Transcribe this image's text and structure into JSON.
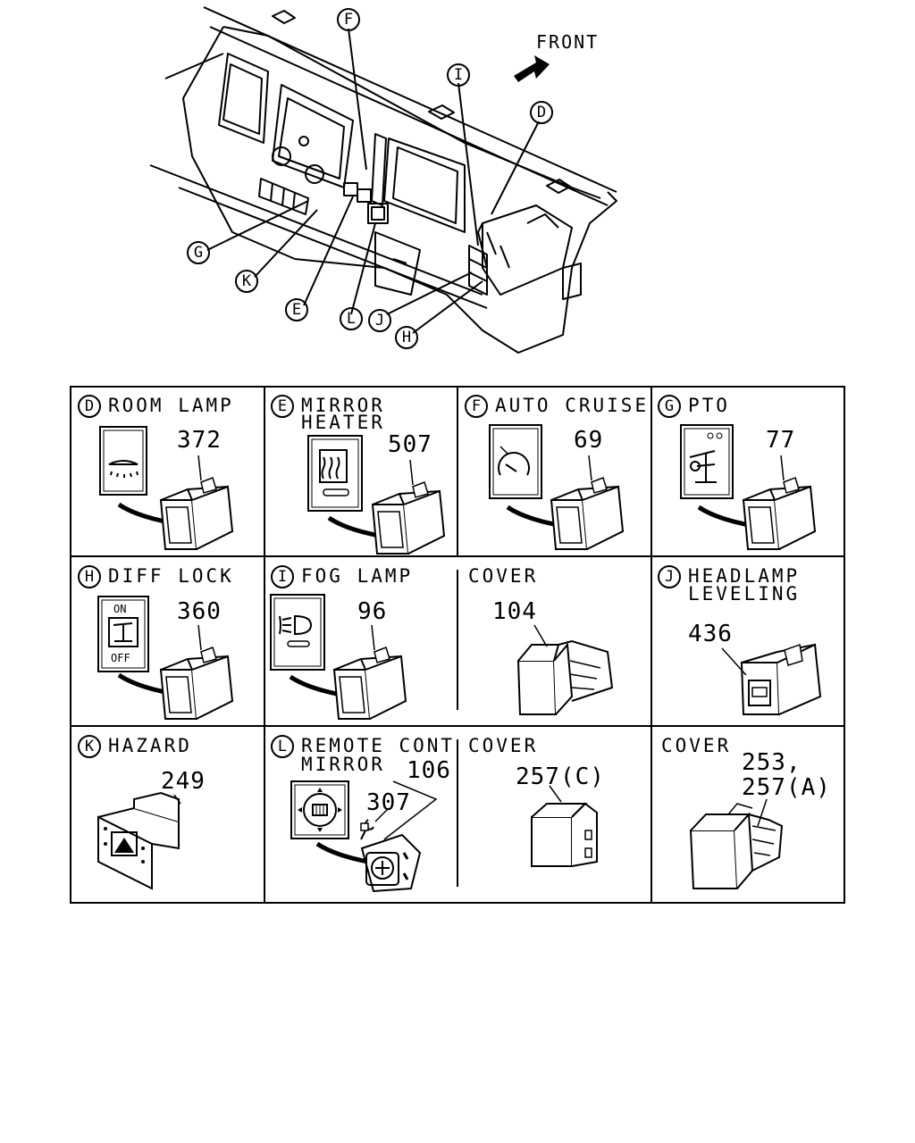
{
  "overview": {
    "front_label": "FRONT",
    "callouts": [
      "F",
      "I",
      "D",
      "G",
      "K",
      "E",
      "L",
      "J",
      "H"
    ]
  },
  "panels": [
    {
      "key": "D",
      "title": [
        "ROOM",
        "LAMP"
      ],
      "parts": [
        "372"
      ]
    },
    {
      "key": "E",
      "title": [
        "MIRROR",
        "HEATER"
      ],
      "parts": [
        "507"
      ]
    },
    {
      "key": "F",
      "title": [
        "AUTO",
        "CRUISE"
      ],
      "parts": [
        "69"
      ]
    },
    {
      "key": "G",
      "title": [
        "PTO"
      ],
      "parts": [
        "77"
      ]
    },
    {
      "key": "H",
      "title": [
        "DIFF",
        "LOCK"
      ],
      "parts": [
        "360"
      ],
      "switch_on": "ON",
      "switch_off": "OFF"
    },
    {
      "key": "I",
      "title": [
        "FOG",
        "LAMP"
      ],
      "parts": [
        "96"
      ]
    },
    {
      "key": "",
      "title": [
        "COVER"
      ],
      "parts": [
        "104"
      ]
    },
    {
      "key": "J",
      "title": [
        "HEADLAMP",
        "LEVELING"
      ],
      "parts": [
        "436"
      ]
    },
    {
      "key": "K",
      "title": [
        "HAZARD"
      ],
      "parts": [
        "249"
      ]
    },
    {
      "key": "L",
      "title": [
        "REMOTE CONT",
        "MIRROR"
      ],
      "parts": [
        "106",
        "307"
      ]
    },
    {
      "key": "",
      "title": [
        "COVER"
      ],
      "parts": [
        "257(C)"
      ]
    },
    {
      "key": "",
      "title": [
        "COVER"
      ],
      "parts": [
        "253,",
        "257(A)"
      ]
    }
  ]
}
